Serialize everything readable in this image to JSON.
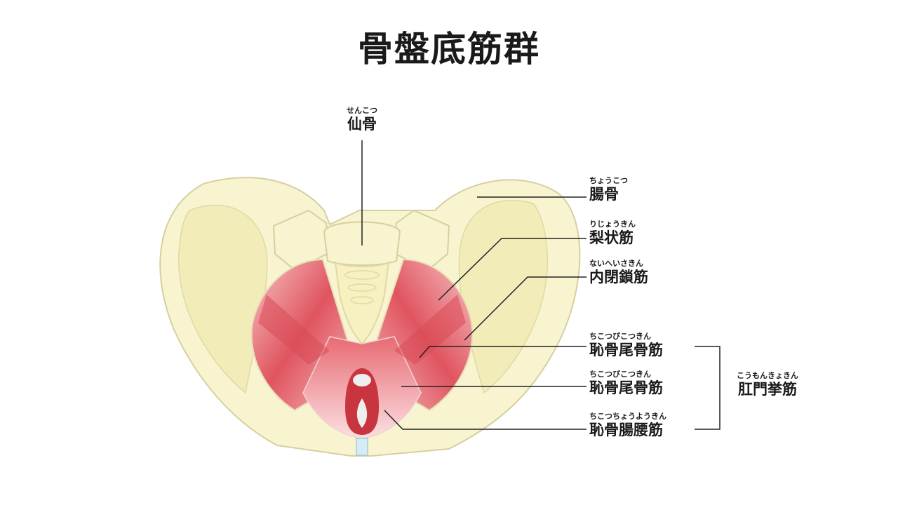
{
  "title": "骨盤底筋群",
  "labels": {
    "sacrum": {
      "name": "仙骨",
      "ruby": "せんこつ"
    },
    "ilium": {
      "name": "腸骨",
      "ruby": "ちょうこつ"
    },
    "piriformis": {
      "name": "梨状筋",
      "ruby": "りじょうきん"
    },
    "obturator_internus": {
      "name": "内閉鎖筋",
      "ruby": "ないへいさきん"
    },
    "pubococcygeus_1": {
      "name": "恥骨尾骨筋",
      "ruby": "ちこつびこつきん"
    },
    "pubococcygeus_2": {
      "name": "恥骨尾骨筋",
      "ruby": "ちこつびこつきん"
    },
    "puborectalis": {
      "name": "恥骨腸腰筋",
      "ruby": "ちこつちょうようきん"
    },
    "levator_ani": {
      "name": "肛門挙筋",
      "ruby": "こうもんきょきん"
    }
  },
  "colors": {
    "bone": "#f8f4cf",
    "bone_outline": "#d6cfa0",
    "muscle_dark": "#d94a55",
    "muscle_light": "#f2aeb2",
    "leader": "#222222"
  }
}
